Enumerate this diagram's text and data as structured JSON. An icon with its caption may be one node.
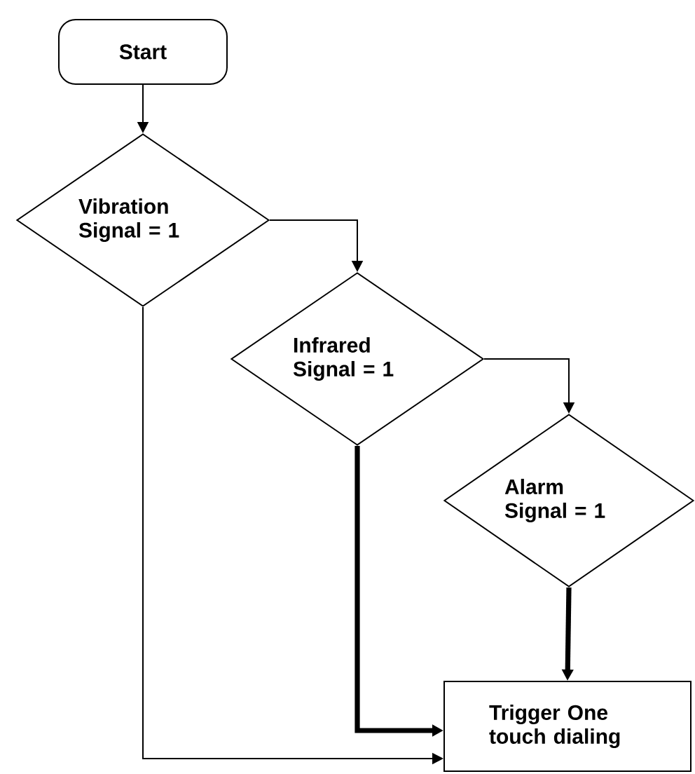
{
  "diagram": {
    "nodes": [
      {
        "text": [
          "Start"
        ]
      },
      {
        "text": [
          "Vibration Signal = 1"
        ]
      },
      {
        "text": [
          "Infrared Signal = 1"
        ]
      },
      {
        "text": [
          "Alarm Signal = 1"
        ]
      },
      {
        "text": [
          "Trigger One touch dialing"
        ]
      }
    ],
    "edges": [
      {
        "from": 0,
        "to": 1,
        "arrow": "to"
      },
      {
        "from": 1,
        "to": 2,
        "arrow": "to"
      },
      {
        "from": 2,
        "to": 3,
        "arrow": "to"
      },
      {
        "from": 3,
        "to": 4,
        "arrow": "to",
        "style": "thick"
      },
      {
        "from": 2,
        "to": 4,
        "arrow": "to",
        "style": "thick"
      },
      {
        "from": 1,
        "to": 4,
        "arrow": "to"
      }
    ]
  }
}
